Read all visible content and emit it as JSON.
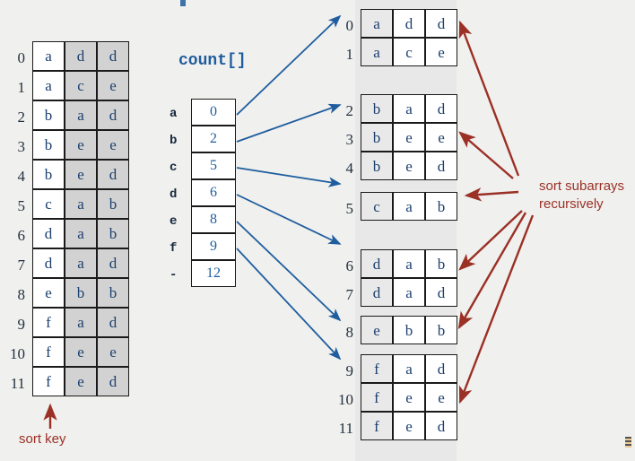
{
  "title": "Key-indexed counting / MSD radix sort subarray diagram",
  "colors": {
    "background": "#f0f0ee",
    "cell_border": "#1a1a1a",
    "cell_shaded": "#d2d2d2",
    "band": "#e8e8e8",
    "text_blue": "#1c3f6e",
    "accent_blue": "#1f5d9e",
    "accent_red": "#9b3025"
  },
  "left_table": {
    "name": "input-array",
    "row_indices": [
      "0",
      "1",
      "2",
      "3",
      "4",
      "5",
      "6",
      "7",
      "8",
      "9",
      "10",
      "11"
    ],
    "rows": [
      [
        "a",
        "d",
        "d"
      ],
      [
        "a",
        "c",
        "e"
      ],
      [
        "b",
        "a",
        "d"
      ],
      [
        "b",
        "e",
        "e"
      ],
      [
        "b",
        "e",
        "d"
      ],
      [
        "c",
        "a",
        "b"
      ],
      [
        "d",
        "a",
        "b"
      ],
      [
        "d",
        "a",
        "d"
      ],
      [
        "e",
        "b",
        "b"
      ],
      [
        "f",
        "a",
        "d"
      ],
      [
        "f",
        "e",
        "e"
      ],
      [
        "f",
        "e",
        "d"
      ]
    ],
    "shaded_columns": [
      1,
      2
    ],
    "annotation": "sort key"
  },
  "count_array": {
    "label": "count[]",
    "keys": [
      "a",
      "b",
      "c",
      "d",
      "e",
      "f",
      "-"
    ],
    "values": [
      "0",
      "2",
      "5",
      "6",
      "8",
      "9",
      "12"
    ]
  },
  "right_groups": [
    {
      "name": "subarray-a",
      "indices": [
        "0",
        "1"
      ],
      "rows": [
        [
          "a",
          "d",
          "d"
        ],
        [
          "a",
          "c",
          "e"
        ]
      ]
    },
    {
      "name": "subarray-b",
      "indices": [
        "2",
        "3",
        "4"
      ],
      "rows": [
        [
          "b",
          "a",
          "d"
        ],
        [
          "b",
          "e",
          "e"
        ],
        [
          "b",
          "e",
          "d"
        ]
      ]
    },
    {
      "name": "subarray-c",
      "indices": [
        "5"
      ],
      "rows": [
        [
          "c",
          "a",
          "b"
        ]
      ]
    },
    {
      "name": "subarray-d",
      "indices": [
        "6",
        "7"
      ],
      "rows": [
        [
          "d",
          "a",
          "b"
        ],
        [
          "d",
          "a",
          "d"
        ]
      ]
    },
    {
      "name": "subarray-e",
      "indices": [
        "8"
      ],
      "rows": [
        [
          "e",
          "b",
          "b"
        ]
      ]
    },
    {
      "name": "subarray-f",
      "indices": [
        "9",
        "10",
        "11"
      ],
      "rows": [
        [
          "f",
          "a",
          "d"
        ],
        [
          "f",
          "e",
          "e"
        ],
        [
          "f",
          "e",
          "d"
        ]
      ]
    }
  ],
  "right_annotation": {
    "line1": "sort subarrays",
    "line2": "recursively"
  }
}
